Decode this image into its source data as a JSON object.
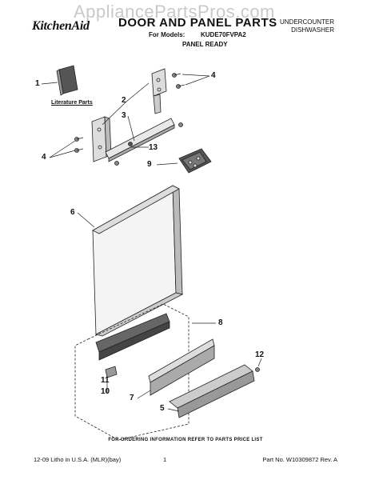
{
  "header": {
    "watermark": "AppliancePartsPros.com",
    "brand": "KitchenAid",
    "title": "DOOR AND PANEL PARTS",
    "model_label": "For Models:",
    "model_id": "KUDE70FVPA2",
    "variant": "PANEL READY",
    "category_line1": "UNDERCOUNTER",
    "category_line2": "DISHWASHER"
  },
  "diagram": {
    "literature_label": "Literature Parts",
    "callouts": [
      "1",
      "2",
      "3",
      "4",
      "4",
      "13",
      "9",
      "6",
      "8",
      "12",
      "11",
      "10",
      "7",
      "5"
    ]
  },
  "footer": {
    "order_note": "FOR ORDERING INFORMATION REFER TO PARTS PRICE LIST",
    "litho": "12-09 Litho in U.S.A. (MLR)(bay)",
    "page": "1",
    "part_no": "Part No. W10309872 Rev. A"
  }
}
